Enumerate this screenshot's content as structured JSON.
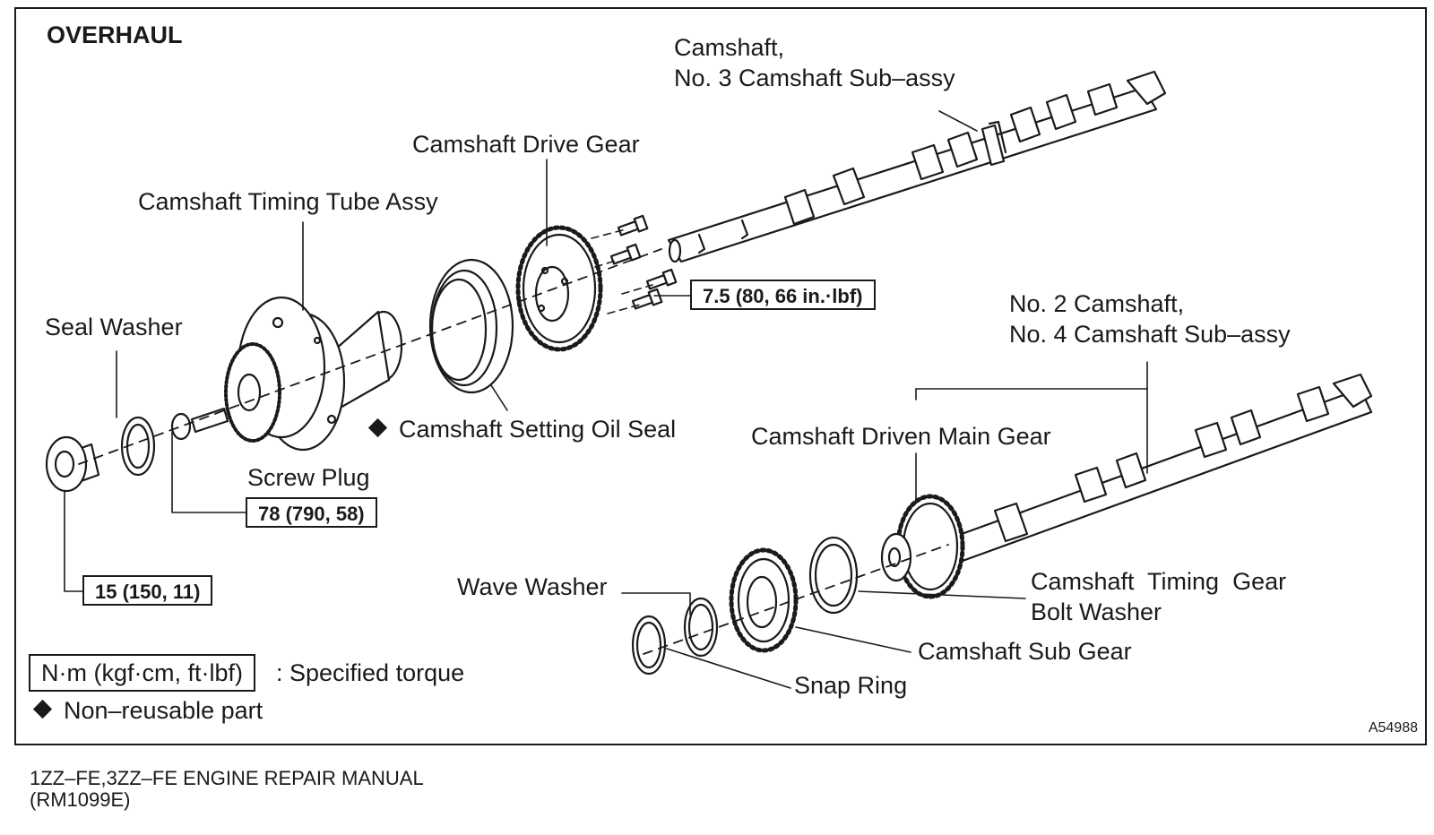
{
  "figure": {
    "title": "OVERHAUL",
    "figure_id": "A54988"
  },
  "labels": {
    "camshaft": "Camshaft,",
    "camshaft_sub": "No. 3 Camshaft Sub–assy",
    "drive_gear": "Camshaft Drive Gear",
    "timing_tube": "Camshaft Timing Tube Assy",
    "seal_washer": "Seal Washer",
    "oil_seal": "Camshaft Setting Oil Seal",
    "screw_plug": "Screw Plug",
    "no2_camshaft": "No. 2 Camshaft,",
    "no2_camshaft_sub": "No. 4 Camshaft Sub–assy",
    "driven_main_gear": "Camshaft Driven Main Gear",
    "wave_washer": "Wave Washer",
    "timing_gear_bolt_washer_1": "Camshaft  Timing  Gear",
    "timing_gear_bolt_washer_2": "Bolt Washer",
    "sub_gear": "Camshaft Sub Gear",
    "snap_ring": "Snap Ring"
  },
  "torques": {
    "drive_gear_bolts": "7.5 (80, 66 in.·lbf)",
    "screw_plug": "78 (790, 58)",
    "plug": "15 (150, 11)"
  },
  "legend": {
    "torque_unit": "N·m (kgf·cm, ft·lbf)",
    "torque_desc": ": Specified torque",
    "nonreusable": "Non–reusable part"
  },
  "footer": {
    "line1": "1ZZ–FE,3ZZ–FE ENGINE REPAIR MANUAL",
    "line2": "(RM1099E)"
  },
  "colors": {
    "ink": "#1a1a1a",
    "paper": "#ffffff"
  }
}
